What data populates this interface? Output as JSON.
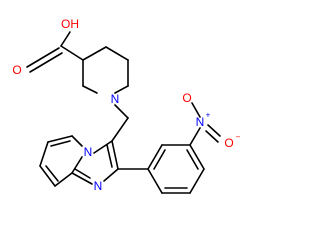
{
  "labels": {
    "OH": "OH",
    "O_carbonyl": "O",
    "N_piperidine": "N",
    "N_pyridine": "N",
    "N_imidazole": "N",
    "N_nitro": "N",
    "N_nitro_charge": "+",
    "O_nitro_top": "O",
    "O_nitro_right": "O",
    "O_nitro_charge": "−"
  },
  "colors": {
    "bond": "#000000",
    "oxygen": "#ff0000",
    "nitrogen": "#0000ff"
  }
}
